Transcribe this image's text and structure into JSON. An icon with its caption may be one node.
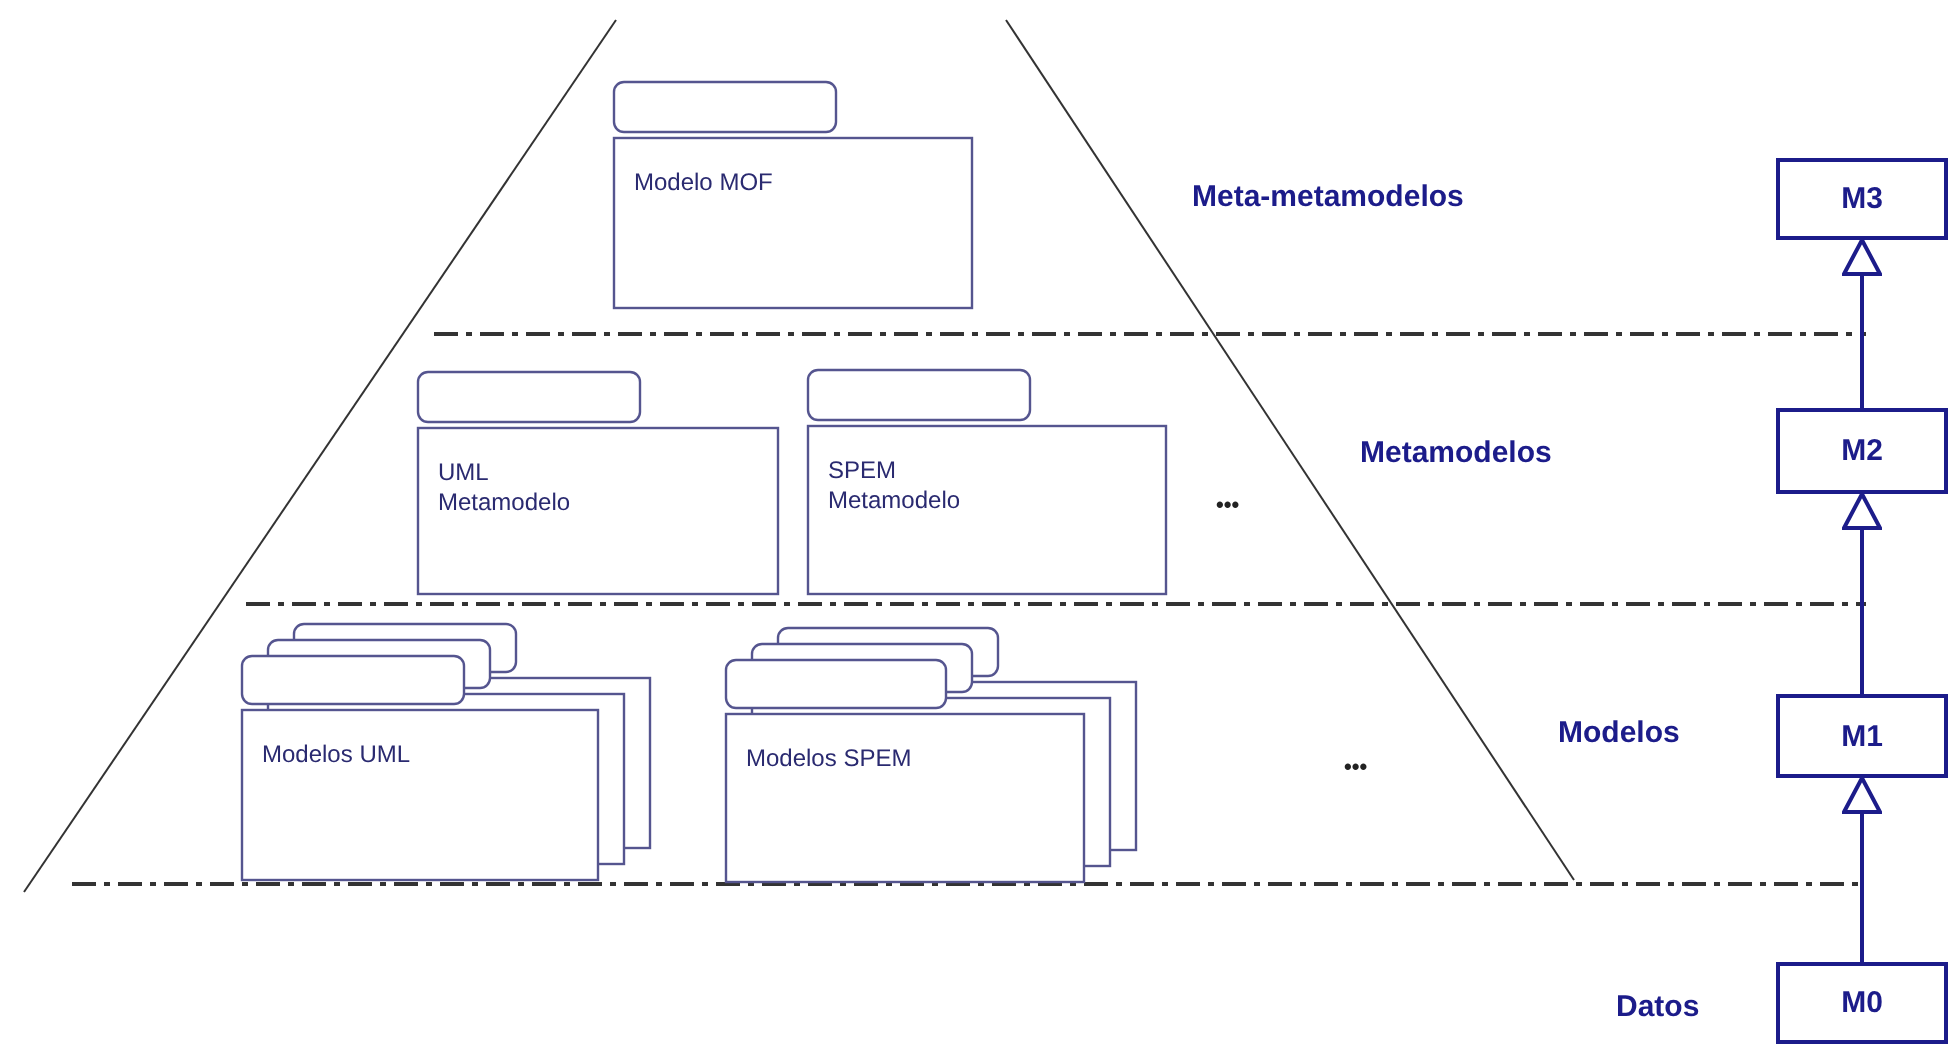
{
  "diagram": {
    "nodes": [
      {
        "text": [
          "Modelo MOF"
        ]
      },
      {
        "text": [
          "UML Metamodelo"
        ]
      },
      {
        "text": [
          "SPEM Metamodelo"
        ]
      },
      {
        "text": [
          "Modelos UML"
        ]
      },
      {
        "text": [
          "Modelos SPEM"
        ]
      },
      {
        "text": [
          "M3"
        ]
      },
      {
        "text": [
          "M2"
        ]
      },
      {
        "text": [
          "M1"
        ]
      },
      {
        "text": [
          "M0"
        ]
      }
    ],
    "edges": [
      {
        "from": 8,
        "to": 7,
        "arrow": "to"
      },
      {
        "from": 7,
        "to": 6,
        "arrow": "to"
      },
      {
        "from": 6,
        "to": 5,
        "arrow": "to"
      }
    ],
    "labels": [
      "Meta-metamodelos",
      "Metamodelos",
      "•••",
      "Modelos",
      "•••",
      "Datos"
    ]
  }
}
